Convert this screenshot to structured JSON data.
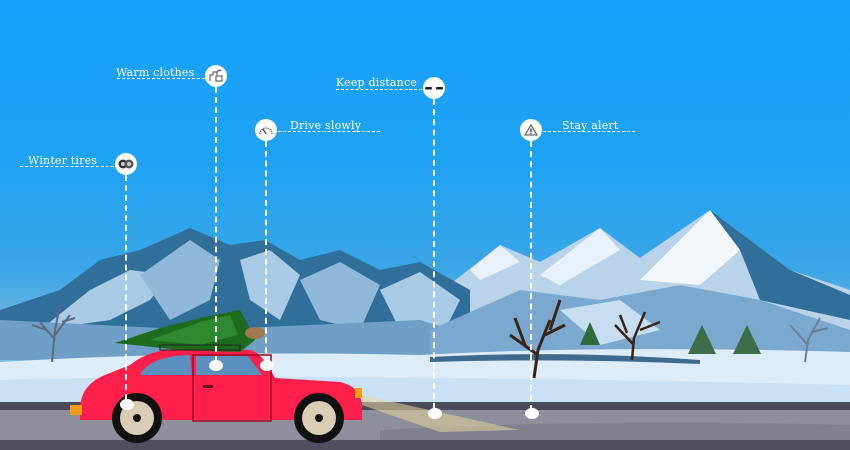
{
  "infographic": {
    "theme": "winter driving tips",
    "colors": {
      "sky_top": "#17a0fc",
      "sky_bottom": "#7fb9de",
      "car_body": "#ff1f4b",
      "road": "#8d8f9c",
      "road_edge": "#4a4a5a",
      "snow": "#dcecf8",
      "mountain_dark": "#2f6f9a",
      "tree_green": "#1e6b1e"
    },
    "callouts": [
      {
        "id": "winter-tires",
        "label": "Winter tires",
        "icon": "tires-icon"
      },
      {
        "id": "warm-clothes",
        "label": "Warm clothes",
        "icon": "clothes-icon"
      },
      {
        "id": "drive-slowly",
        "label": "Drive slowly",
        "icon": "speedometer-icon"
      },
      {
        "id": "keep-distance",
        "label": "Keep distance",
        "icon": "cars-distance-icon"
      },
      {
        "id": "stay-alert",
        "label": "Stay alert",
        "icon": "warning-triangle-icon"
      }
    ]
  }
}
